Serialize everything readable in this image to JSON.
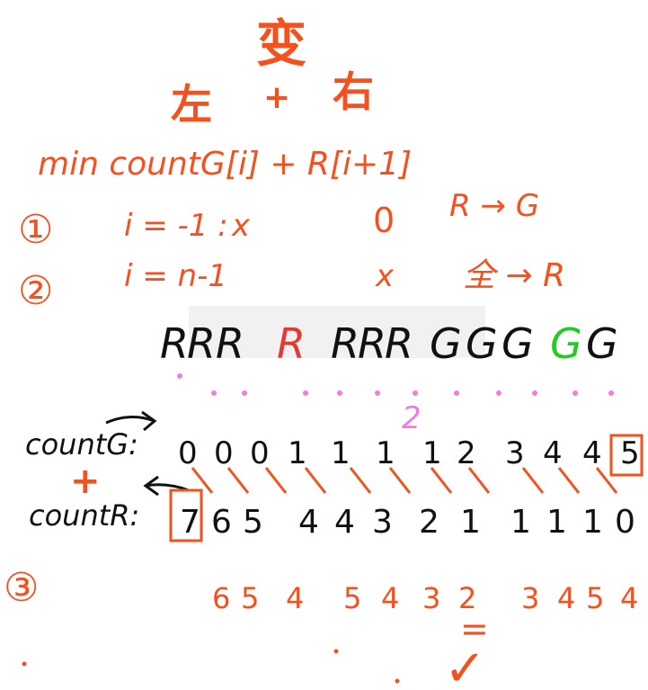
{
  "colors": {
    "orange": "#f4511e",
    "black": "#111111",
    "red": "#e53935",
    "green": "#22cc22",
    "pink": "#f07ae6",
    "highlight_band": "#f1f1f1"
  },
  "top": {
    "title": "变",
    "left_word": "左",
    "plus": "+",
    "right_word": "右",
    "formula": "min countG[i] + R[i+1]",
    "note": "R → G"
  },
  "cases": [
    {
      "marker": "①",
      "condition": "i = -1 :",
      "left": "x",
      "right": "0"
    },
    {
      "marker": "②",
      "condition": "i = n-1",
      "left": "x",
      "right": "全 → R"
    }
  ],
  "sequence": {
    "chars": [
      "R",
      "R",
      "R",
      "R",
      "R",
      "R",
      "R",
      "G",
      "G",
      "G",
      "G",
      "G"
    ],
    "red_index": 3,
    "green_index": 10
  },
  "pink_marker": "2",
  "countG": {
    "label": "countG:",
    "values": [
      "0",
      "0",
      "0",
      "1",
      "1",
      "1",
      "1",
      "2",
      "3",
      "4",
      "4",
      "5"
    ],
    "boxed_last": "5"
  },
  "countR": {
    "label": "countR:",
    "values": [
      "7",
      "6",
      "5",
      "4",
      "4",
      "3",
      "2",
      "1",
      "1",
      "1",
      "1",
      "0"
    ],
    "boxed_first": "7"
  },
  "plus_sign": "+",
  "case3": {
    "marker": "③",
    "values": [
      "6",
      "5",
      "4",
      "5",
      "4",
      "3",
      "2",
      "3",
      "4",
      "5",
      "4"
    ],
    "equals": "=",
    "check": "✓"
  }
}
